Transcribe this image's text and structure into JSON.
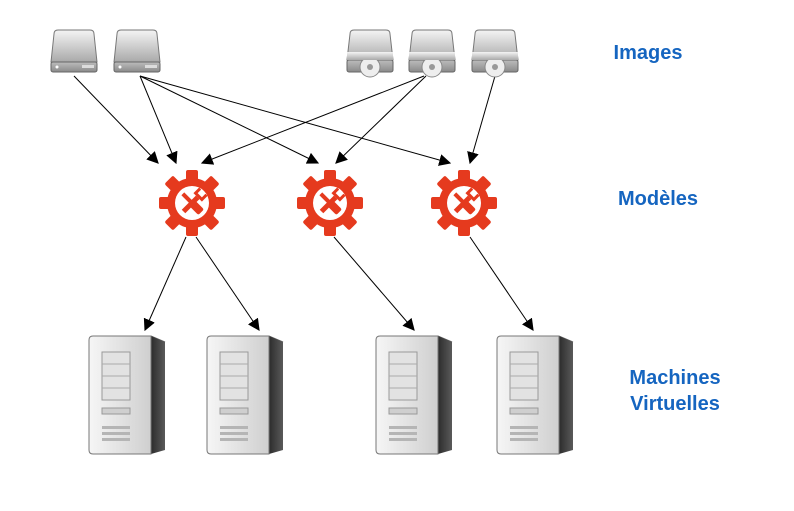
{
  "labels": {
    "images": "Images",
    "modeles": "Modèles",
    "machines_line1": "Machines",
    "machines_line2": "Virtuelles"
  },
  "colors": {
    "label": "#1565c0",
    "gear": "#e53a1e",
    "arrow": "#000000"
  },
  "nodes": {
    "images": [
      {
        "id": "img1",
        "kind": "hard-drive-icon"
      },
      {
        "id": "img2",
        "kind": "hard-drive-icon"
      },
      {
        "id": "img3",
        "kind": "optical-drive-icon"
      },
      {
        "id": "img4",
        "kind": "optical-drive-icon"
      },
      {
        "id": "img5",
        "kind": "optical-drive-icon"
      }
    ],
    "templates": [
      {
        "id": "tpl1",
        "kind": "gear-tools-icon"
      },
      {
        "id": "tpl2",
        "kind": "gear-tools-icon"
      },
      {
        "id": "tpl3",
        "kind": "gear-tools-icon"
      }
    ],
    "vms": [
      {
        "id": "vm1",
        "kind": "server-tower-icon"
      },
      {
        "id": "vm2",
        "kind": "server-tower-icon"
      },
      {
        "id": "vm3",
        "kind": "server-tower-icon"
      },
      {
        "id": "vm4",
        "kind": "server-tower-icon"
      }
    ]
  },
  "edges": [
    {
      "from": "img1",
      "to": "tpl1"
    },
    {
      "from": "img2",
      "to": "tpl1"
    },
    {
      "from": "img2",
      "to": "tpl2"
    },
    {
      "from": "img2",
      "to": "tpl3"
    },
    {
      "from": "img4",
      "to": "tpl1"
    },
    {
      "from": "img4",
      "to": "tpl2"
    },
    {
      "from": "img5",
      "to": "tpl3"
    },
    {
      "from": "tpl1",
      "to": "vm1"
    },
    {
      "from": "tpl1",
      "to": "vm2"
    },
    {
      "from": "tpl2",
      "to": "vm3"
    },
    {
      "from": "tpl3",
      "to": "vm4"
    }
  ]
}
